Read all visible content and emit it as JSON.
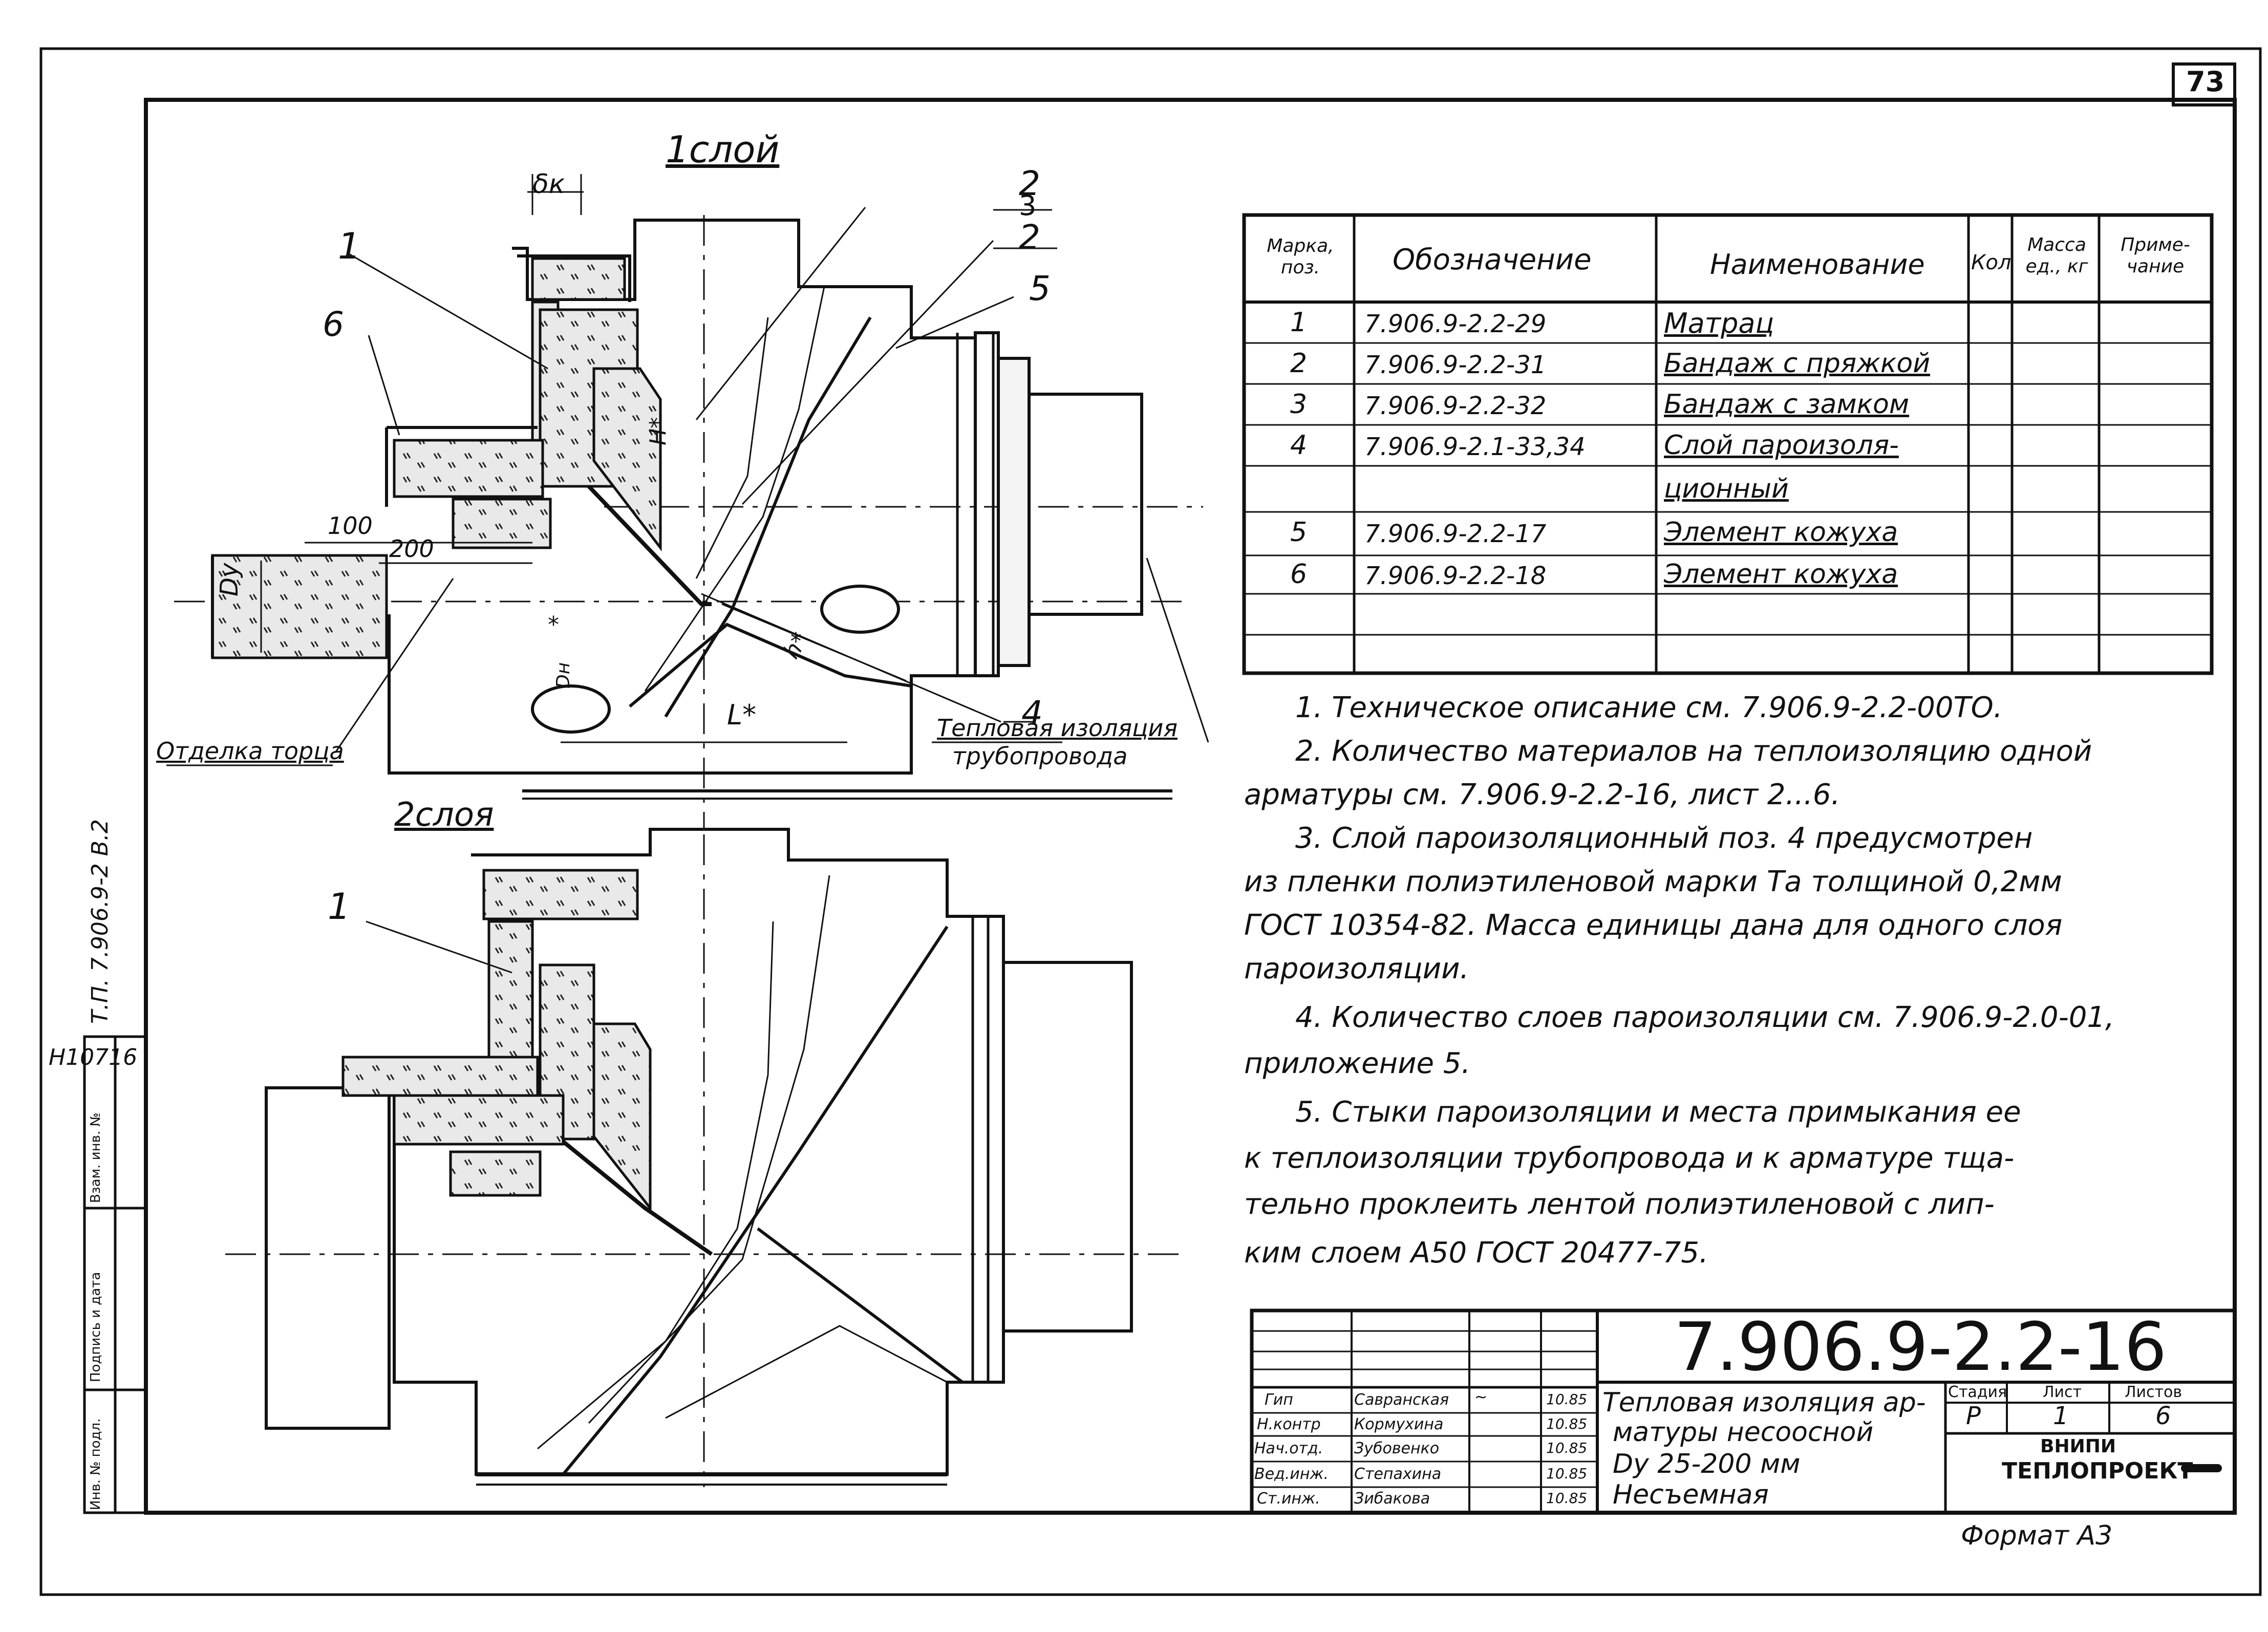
{
  "sheet_number": "73",
  "views": {
    "layer1_title": "1слой",
    "layer2_title": "2слоя",
    "callouts": {
      "c1": "1",
      "c2a": "2",
      "c3": "3",
      "c2b": "2",
      "c5": "5",
      "c6": "6",
      "c4": "4",
      "c1b": "1"
    },
    "dims": {
      "dk": "δк",
      "d100": "100",
      "d200": "200",
      "du": "Dy",
      "star": "*",
      "h_star": "H*",
      "h_small": "h*",
      "l_star": "L*",
      "dn": "Dн"
    },
    "labels": {
      "end_finish": "Отделка торца",
      "pipe_insulation_line1": "Тепловая изоляция",
      "pipe_insulation_line2": "трубопровода"
    }
  },
  "spec_table": {
    "headers": {
      "mark": "Марка, поз.",
      "designation": "Обозначение",
      "name": "Наименование",
      "qty": "Кол",
      "mass": "Масса ед., кг",
      "note": "Приме- чание"
    },
    "rows": [
      {
        "mark": "1",
        "designation": "7.906.9-2.2-29",
        "name": "Матрац"
      },
      {
        "mark": "2",
        "designation": "7.906.9-2.2-31",
        "name": "Бандаж с пряжкой"
      },
      {
        "mark": "3",
        "designation": "7.906.9-2.2-32",
        "name": "Бандаж с замком"
      },
      {
        "mark": "4",
        "designation": "7.906.9-2.1-33,34",
        "name": "Слой пароизоля-"
      },
      {
        "mark": "",
        "designation": "",
        "name": "ционный"
      },
      {
        "mark": "5",
        "designation": "7.906.9-2.2-17",
        "name": "Элемент кожуха"
      },
      {
        "mark": "6",
        "designation": "7.906.9-2.2-18",
        "name": "Элемент кожуха"
      }
    ]
  },
  "notes": [
    "1. Техническое описание см. 7.906.9-2.2-00ТО.",
    "2. Количество материалов на теплоизоляцию одной",
    "арматуры см. 7.906.9-2.2-16, лист 2...6.",
    "3. Слой пароизоляционный поз. 4 предусмотрен",
    "из пленки полиэтиленовой марки Та толщиной 0,2мм",
    "ГОСТ 10354-82. Масса единицы дана для одного слоя",
    "пароизоляции.",
    "4. Количество слоев пароизоляции см. 7.906.9-2.0-01,",
    "приложение 5.",
    "5. Стыки пароизоляции и места примыкания ее",
    "к теплоизоляции трубопровода и к арматуре тща-",
    "тельно проклеить лентой полиэтиленовой с лип-",
    "ким слоем А50 ГОСТ 20477-75."
  ],
  "title_block": {
    "code": "7.906.9-2.2-16",
    "title_lines": [
      "Тепловая изоляция ар-",
      "матуры несоосной",
      "Dy 25-200 мм",
      "Несъемная"
    ],
    "stage_label": "Стадия",
    "sheet_label": "Лист",
    "sheets_label": "Листов",
    "stage": "Р",
    "sheet": "1",
    "sheets": "6",
    "org_line1": "ВНИПИ",
    "org_line2": "ТЕПЛОПРОЕКТ",
    "staff": [
      {
        "role": "Гип",
        "name": "Савранская",
        "date": "10.85"
      },
      {
        "role": "Н.контр",
        "name": "Кормухина",
        "date": "10.85"
      },
      {
        "role": "Нач.отд.",
        "name": "Зубовенко",
        "date": "10.85"
      },
      {
        "role": "Вед.инж.",
        "name": "Степахина",
        "date": "10.85"
      },
      {
        "role": "Ст.инж.",
        "name": "Зибакова",
        "date": "10.85"
      }
    ],
    "format": "Формат А3"
  },
  "left_margin": {
    "series": "Т.П. 7.906.9-2  В.2",
    "archive_no": "Н10716",
    "inv_no_label": "Инв. № подл.",
    "sign_date_label": "Подпись и дата",
    "replace_inv_label": "Взам. инв. №"
  }
}
